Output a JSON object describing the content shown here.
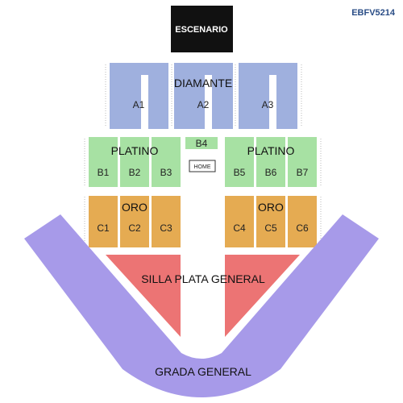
{
  "event_code": "EBFV5214",
  "stage": {
    "label": "ESCENARIO"
  },
  "home": {
    "label": "HOME"
  },
  "zones": {
    "diamante": {
      "label": "DIAMANTE",
      "color": "#9fb0de",
      "sections": [
        "A1",
        "A2",
        "A3"
      ]
    },
    "platino": {
      "label": "PLATINO",
      "color": "#a7e1a3",
      "sections_left": [
        "B1",
        "B2",
        "B3"
      ],
      "sections_right": [
        "B5",
        "B6",
        "B7"
      ],
      "center_section": "B4"
    },
    "oro": {
      "label": "ORO",
      "color": "#e5ab52",
      "sections_left": [
        "C1",
        "C2",
        "C3"
      ],
      "sections_right": [
        "C4",
        "C5",
        "C6"
      ]
    },
    "silla_plata": {
      "label": "SILLA PLATA GENERAL",
      "color": "#ec7474"
    },
    "grada": {
      "label": "GRADA GENERAL",
      "color": "#a79ae9"
    }
  },
  "colors": {
    "stage": "#111111",
    "code": "#2a4d86"
  }
}
